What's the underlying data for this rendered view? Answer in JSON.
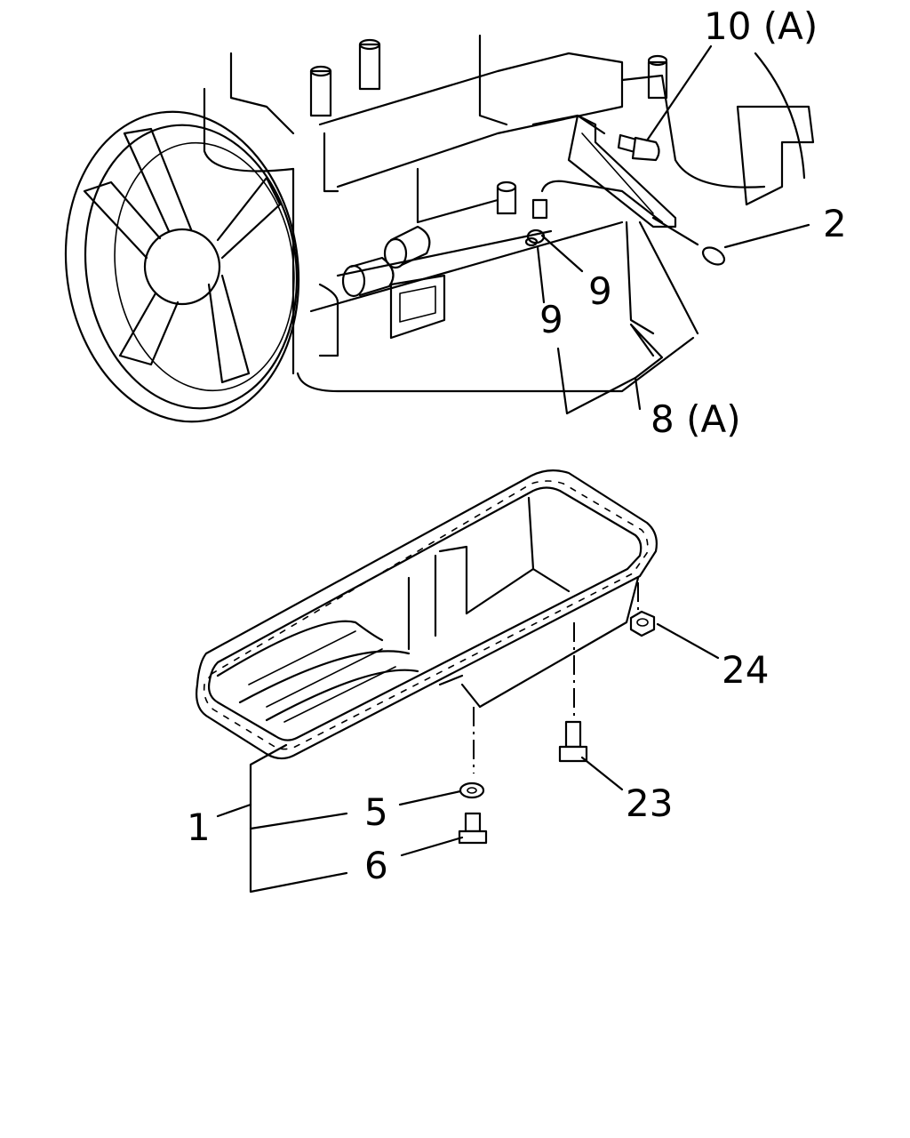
{
  "callouts": {
    "c10": "10 (A)",
    "c2": "2",
    "c9a": "9",
    "c9b": "9",
    "c8": "8 (A)",
    "c24": "24",
    "c1": "1",
    "c5": "5",
    "c23": "23",
    "c6": "6"
  }
}
